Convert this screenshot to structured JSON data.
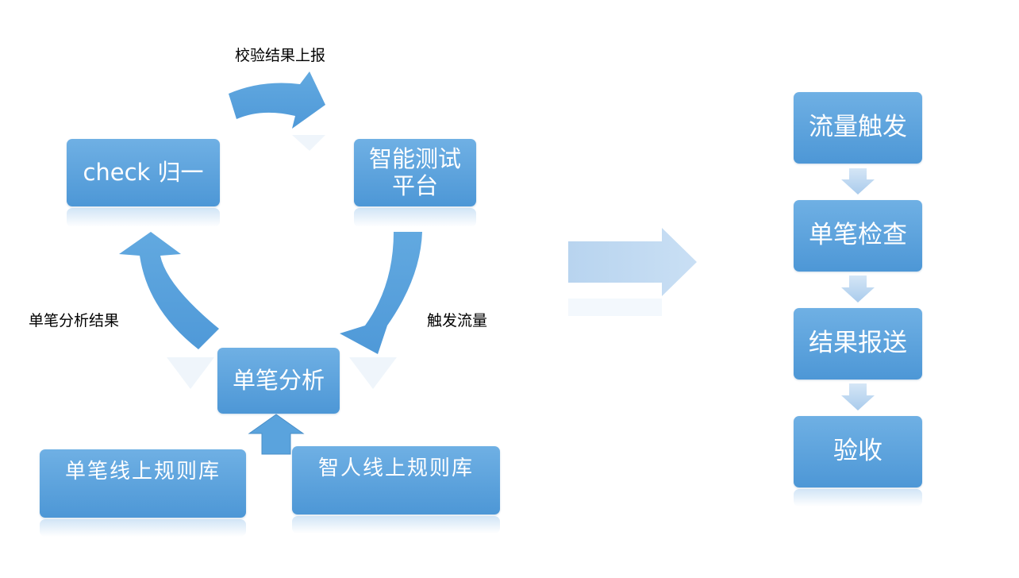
{
  "cycle": {
    "check_box": "check 归一",
    "platform_box_line1": "智能测试",
    "platform_box_line2": "平台",
    "analysis_box": "单笔分析",
    "rules_single": "单笔线上规则库",
    "rules_smart": "智人线上规则库",
    "label_report": "校验结果上报",
    "label_trigger": "触发流量",
    "label_result": "单笔分析结果"
  },
  "flow": {
    "steps": [
      "流量触发",
      "单笔检查",
      "结果报送",
      "验收"
    ]
  },
  "colors": {
    "box_top": "#6fb0e4",
    "box_bottom": "#4d97d6",
    "arrow": "#5aa3dd",
    "big_arrow": "#b9d6f0"
  }
}
